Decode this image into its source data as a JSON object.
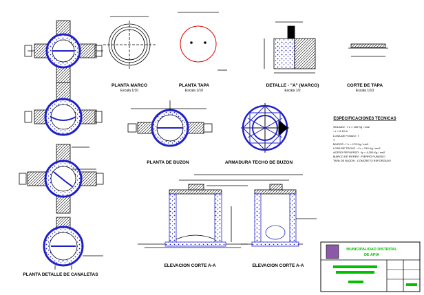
{
  "titles": {
    "planta_marco": "PLANTA MARCO",
    "planta_marco_scale": "Escala 1/10",
    "planta_tapa": "PLANTA TAPA",
    "planta_tapa_scale": "Escala 1/10",
    "detalle_a": "DETALLE - \"A\" (MARCO)",
    "detalle_a_scale": "Escala 1/2",
    "corte_tapa": "CORTE DE TAPA",
    "corte_tapa_scale": "Escala 1/10",
    "planta_buzon": "PLANTA DE BUZON",
    "armadura": "ARMADURA TECHO DE BUZON",
    "elev_1": "ELEVACION CORTE A-A",
    "elev_2": "ELEVACION CORTE A-A",
    "planta_canaletas": "PLANTA DETALLE DE CANALETAS"
  },
  "specs": {
    "heading": "ESPECIFICACIONES TECNICAS",
    "lines": [
      "SOLADO         : f 'c = 100 Kg / cm2",
      "                 : e = 0.10 m",
      "LOSA DE FONDO  : f",
      "                 Y",
      "MUROS          : f 'c = 175 Kg / cm2",
      "LOSA DE TECHO  : f 'c = 210 Kg / cm2",
      "ACERO REFUERZO : fy = 4,200 Kg / cm2",
      "MARCO DE FIERRO : FIERRO FUNDIDO",
      "TAPA DE BUZON  : CONCRETO REFORZADO"
    ]
  },
  "title_block": {
    "line1": "MUNICIPALIDAD DISTRITAL",
    "line2": "DE APIA"
  },
  "colors": {
    "line": "#000000",
    "blue": "#2020c8",
    "red": "#e00000",
    "green": "#00c000",
    "frame": "#000000"
  }
}
